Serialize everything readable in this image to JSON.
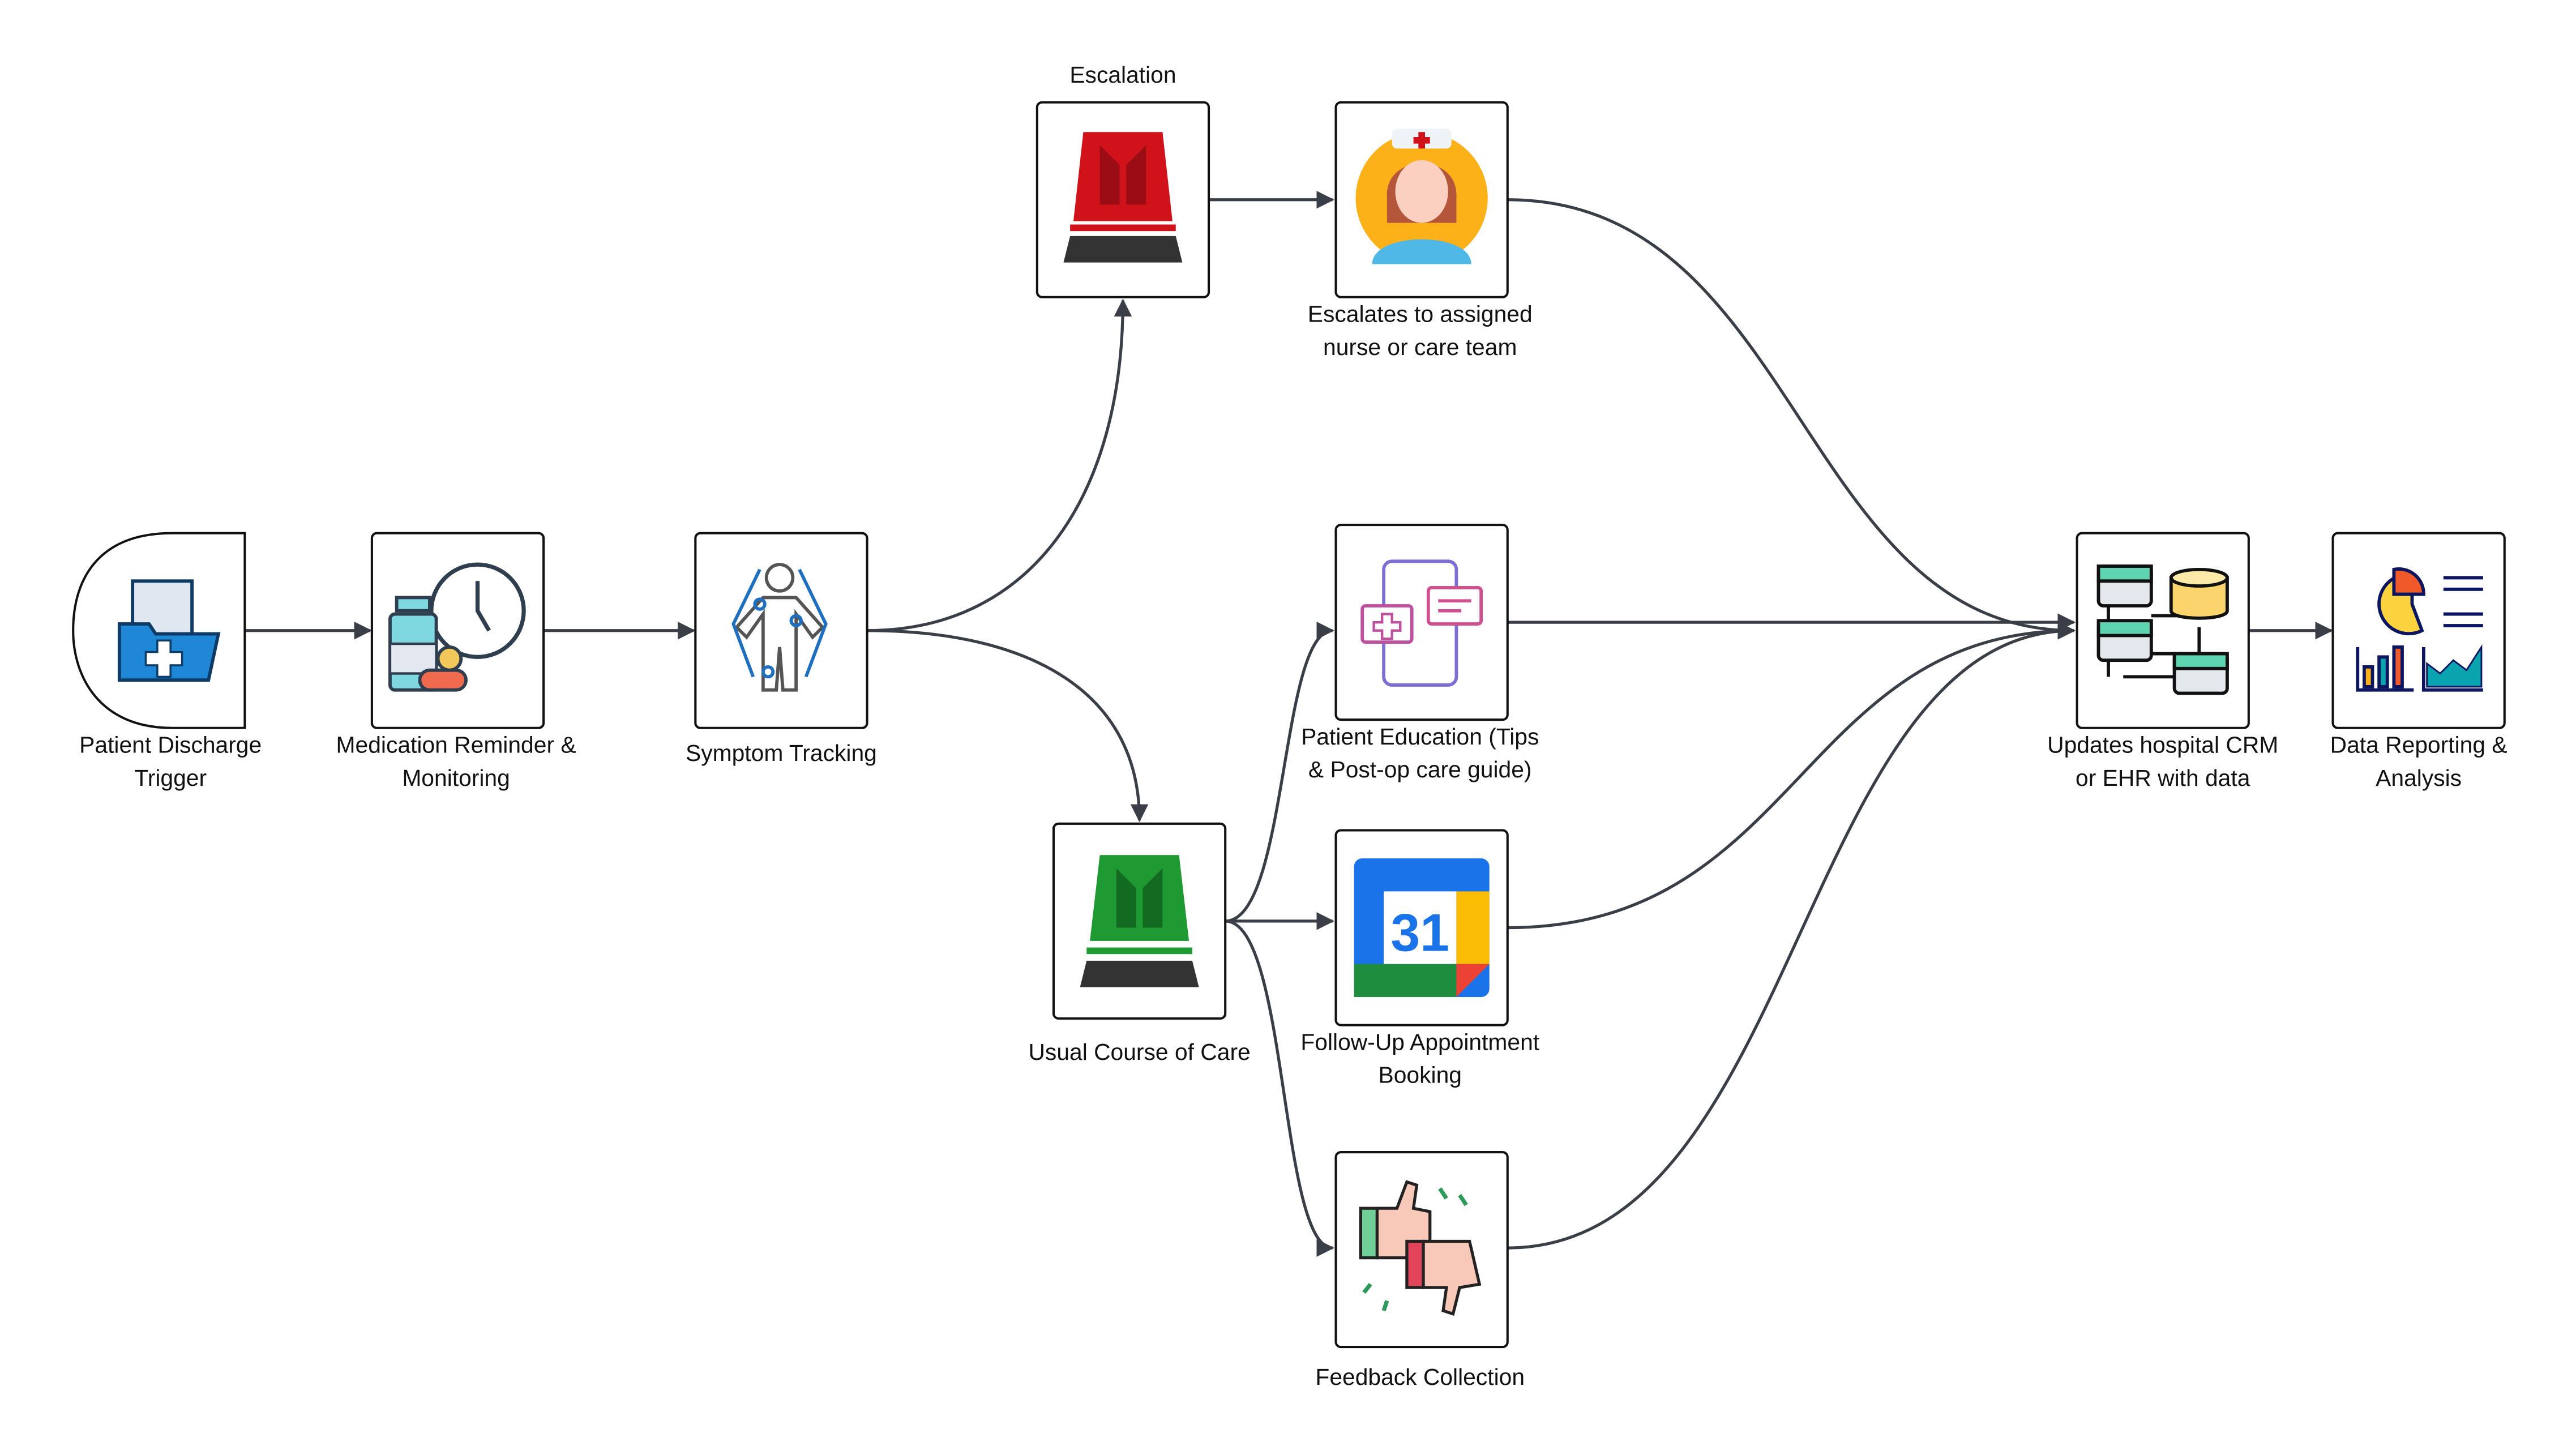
{
  "nodes": {
    "discharge": {
      "label_1": "Patient Discharge",
      "label_2": "Trigger",
      "icon": "medical-folder-icon"
    },
    "medication": {
      "label_1": "Medication Reminder &",
      "label_2": "Monitoring",
      "icon": "medicine-clock-icon"
    },
    "symptom": {
      "label_1": "Symptom Tracking",
      "icon": "body-tracking-icon"
    },
    "escalation": {
      "label_1": "Escalation",
      "icon": "red-siren-icon"
    },
    "nurse": {
      "label_1": "Escalates to assigned",
      "label_2": "nurse or care team",
      "icon": "nurse-icon"
    },
    "education": {
      "label_1": "Patient Education (Tips",
      "label_2": "& Post-op care guide)",
      "icon": "tablet-chat-icon"
    },
    "usual": {
      "label_1": "Usual Course of Care",
      "icon": "green-siren-icon"
    },
    "appointment": {
      "label_1": "Follow-Up Appointment",
      "label_2": "Booking",
      "icon": "calendar-icon",
      "calendar_day": "31"
    },
    "feedback": {
      "label_1": "Feedback Collection",
      "icon": "thumbs-up-down-icon"
    },
    "crm": {
      "label_1": "Updates hospital CRM",
      "label_2": "or EHR with data",
      "icon": "database-servers-icon"
    },
    "report": {
      "label_1": "Data Reporting &",
      "label_2": "Analysis",
      "icon": "analytics-chart-icon"
    }
  },
  "edges": [
    [
      "discharge",
      "medication"
    ],
    [
      "medication",
      "symptom"
    ],
    [
      "symptom",
      "escalation"
    ],
    [
      "symptom",
      "usual"
    ],
    [
      "escalation",
      "nurse"
    ],
    [
      "usual",
      "education"
    ],
    [
      "usual",
      "appointment"
    ],
    [
      "usual",
      "feedback"
    ],
    [
      "nurse",
      "crm"
    ],
    [
      "education",
      "crm"
    ],
    [
      "appointment",
      "crm"
    ],
    [
      "feedback",
      "crm"
    ],
    [
      "crm",
      "report"
    ]
  ],
  "colors": {
    "edge": "#3a3f47",
    "escalation": "#d0121b",
    "usual": "#1f9a33"
  }
}
